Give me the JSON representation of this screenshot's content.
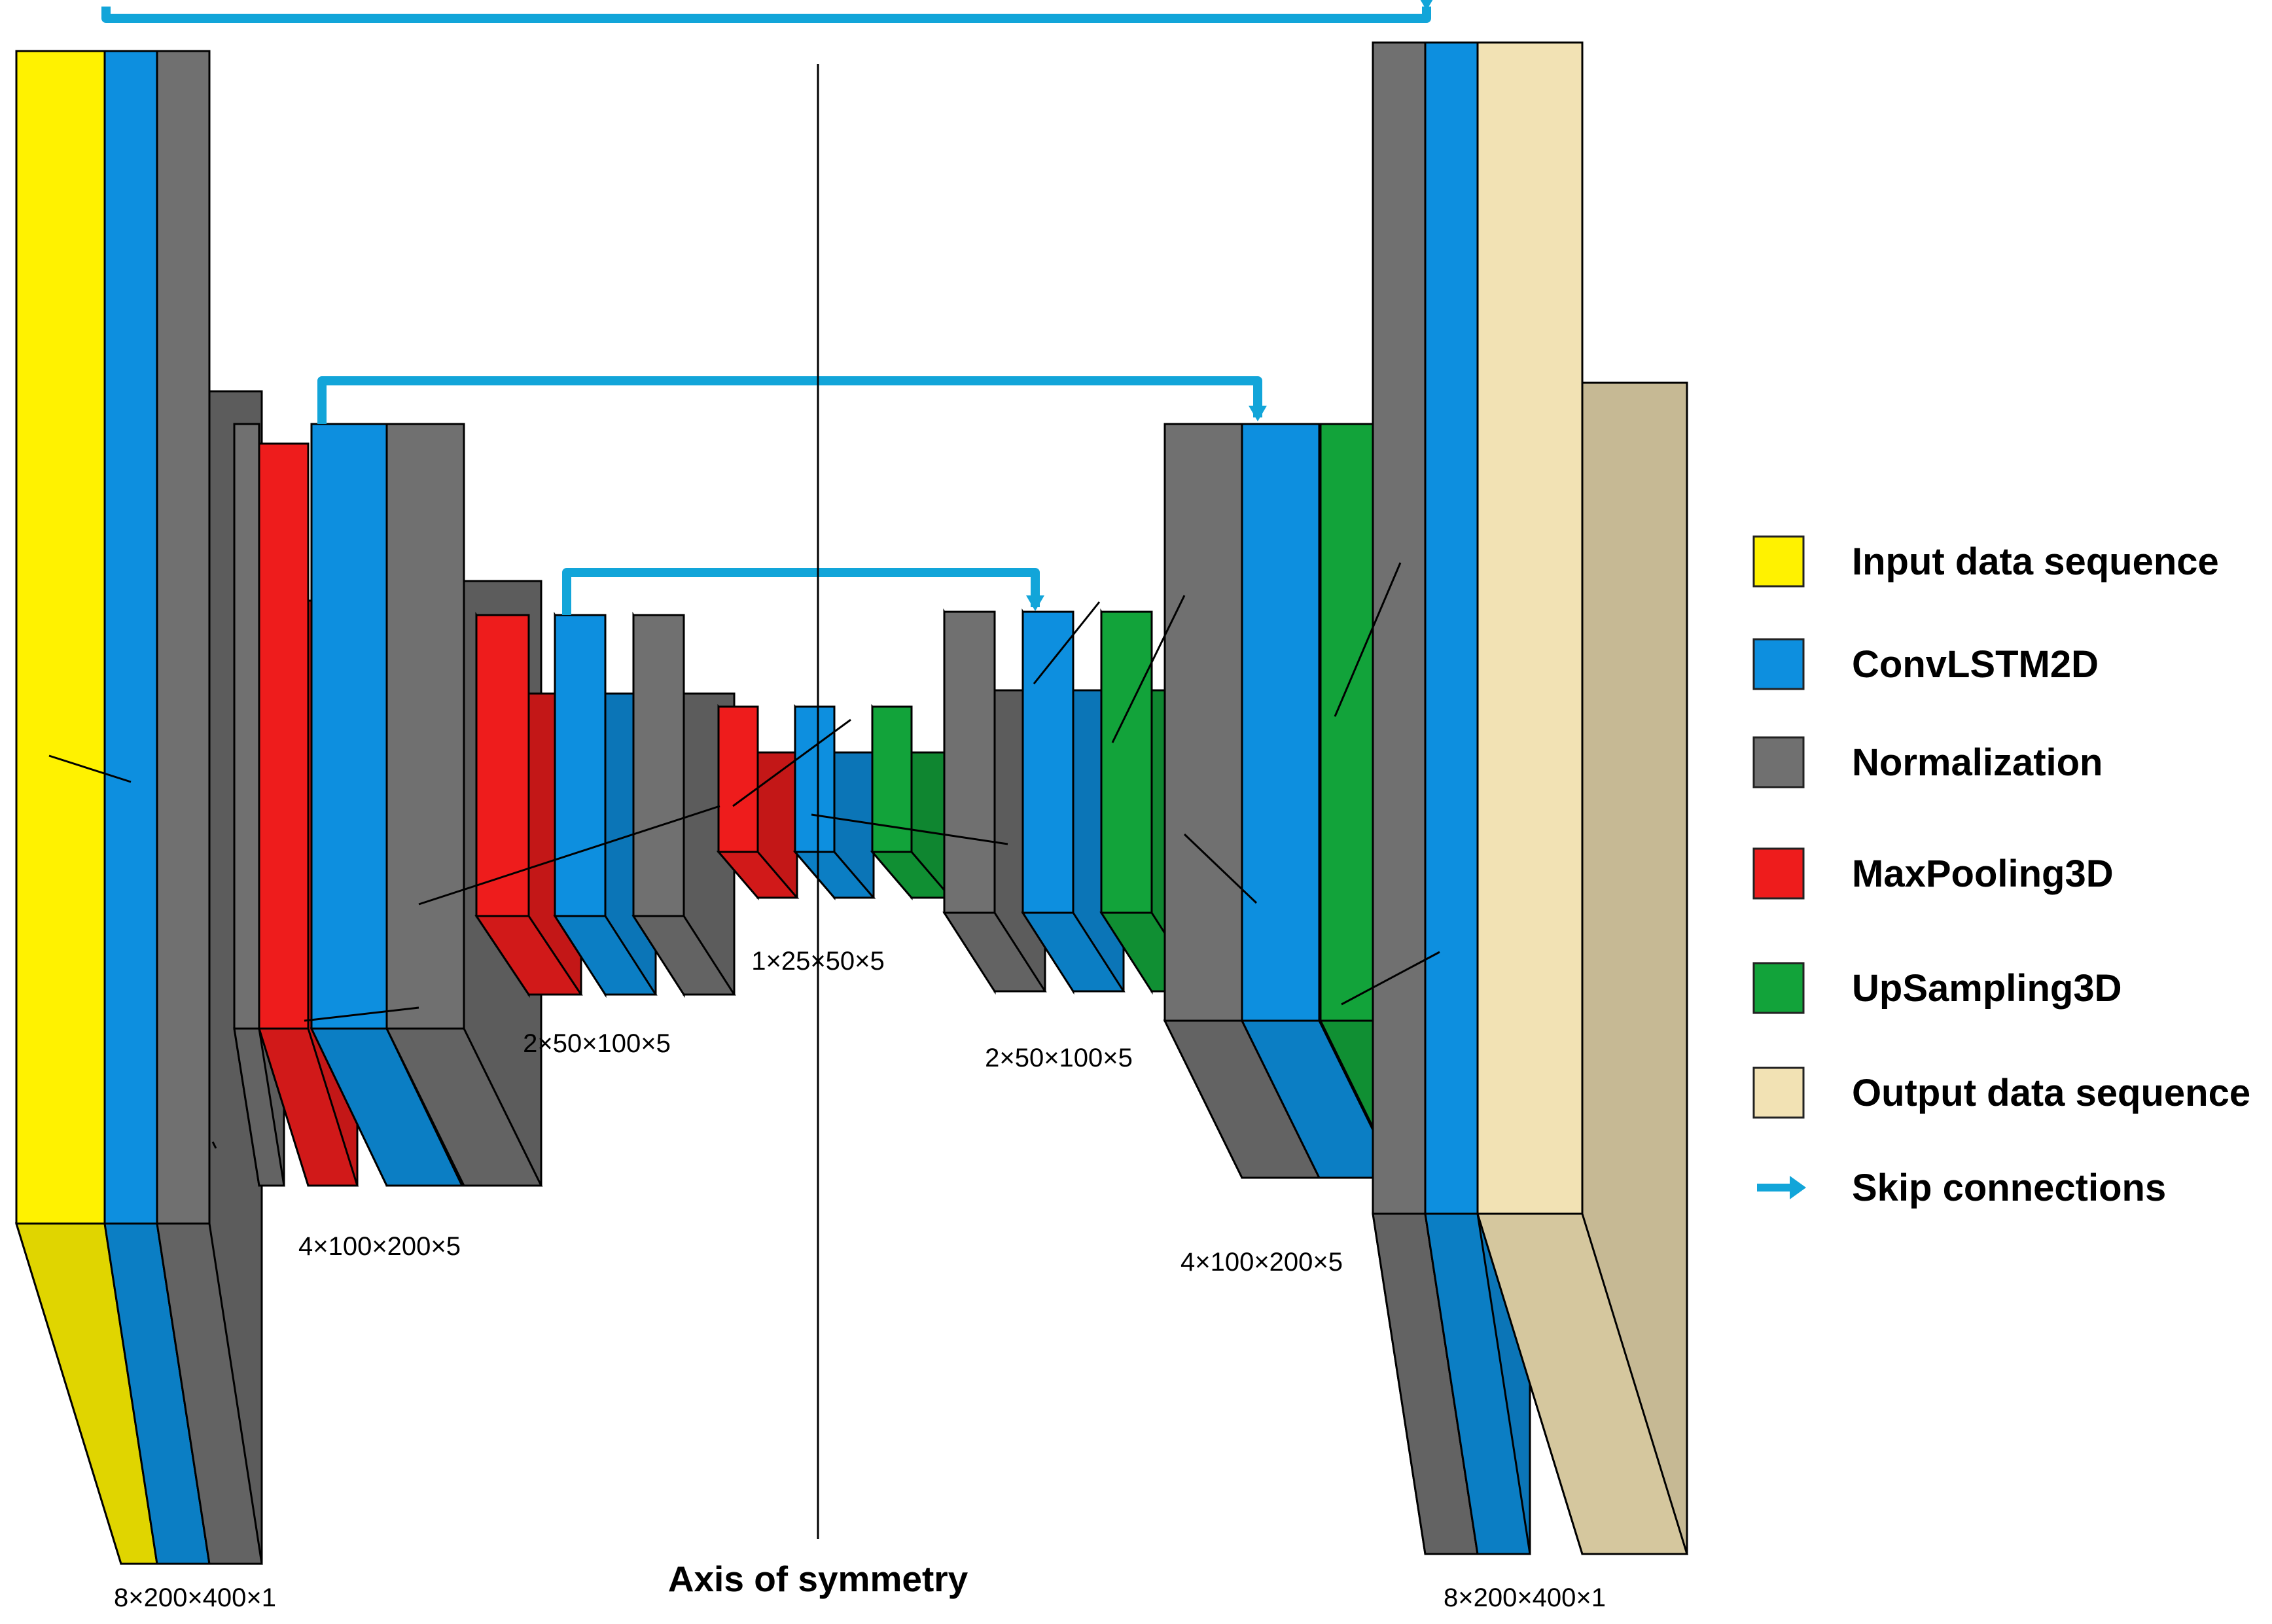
{
  "colors": {
    "input": "#FFF200",
    "convlstm": "#0D8FDF",
    "normalization": "#707070",
    "maxpool": "#EE1C1C",
    "upsampling": "#12A33A",
    "output": "#F2E2B4",
    "skip": "#12A5D9"
  },
  "axis": {
    "label": "Axis of symmetry"
  },
  "dimensions": {
    "d_in": "8×200×400×1",
    "d_left_4": "4×100×200×5",
    "d_left_2": "2×50×100×5",
    "d_mid": "1×25×50×5",
    "d_right_2": "2×50×100×5",
    "d_right_4": "4×100×200×5",
    "d_out": "8×200×400×1"
  },
  "legend": {
    "items": [
      {
        "key": "input",
        "label": "Input data sequence",
        "icon": "yellow-square-icon"
      },
      {
        "key": "convlstm",
        "label": "ConvLSTM2D",
        "icon": "blue-square-icon"
      },
      {
        "key": "normalization",
        "label": "Normalization",
        "icon": "gray-square-icon"
      },
      {
        "key": "maxpool",
        "label": "MaxPooling3D",
        "icon": "red-square-icon"
      },
      {
        "key": "upsampling",
        "label": "UpSampling3D",
        "icon": "green-square-icon"
      },
      {
        "key": "output",
        "label": "Output data sequence",
        "icon": "beige-square-icon"
      },
      {
        "key": "skip",
        "label": "Skip connections",
        "icon": "skip-arrow-icon"
      }
    ]
  }
}
